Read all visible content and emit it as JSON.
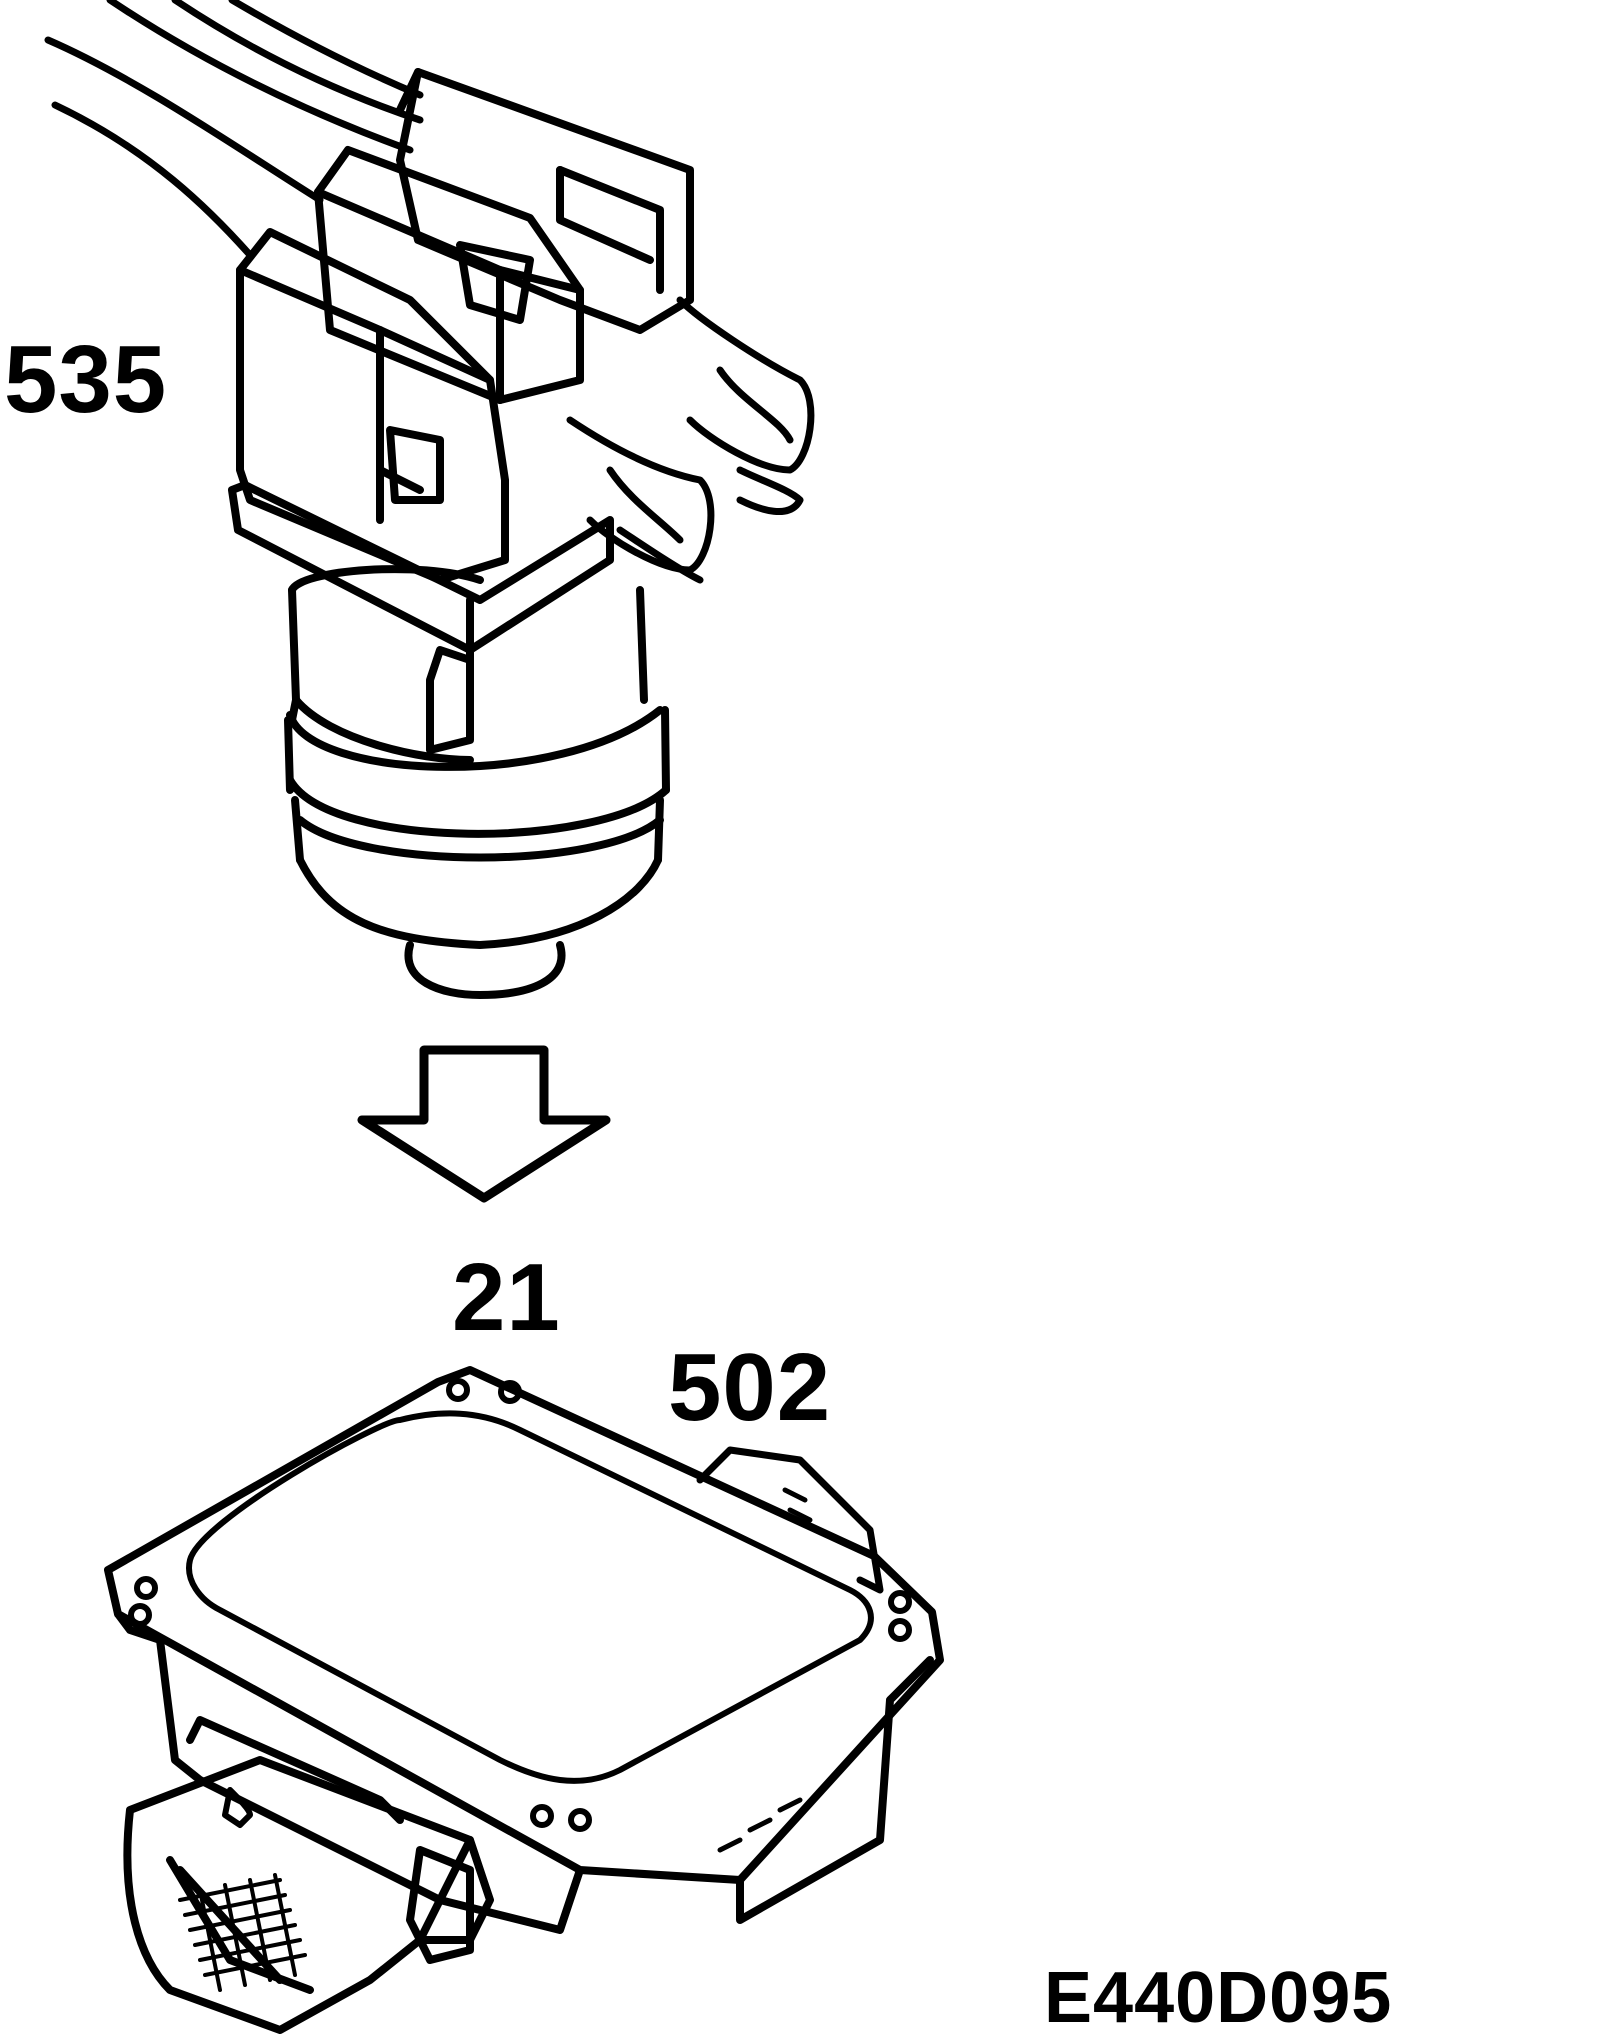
{
  "callouts": {
    "sensor": "535",
    "step": "21",
    "module": "502"
  },
  "figure_ref": "E440D095",
  "colors": {
    "line": "#000000",
    "background": "#ffffff"
  },
  "icons": {
    "direction": "down-arrow-icon"
  }
}
